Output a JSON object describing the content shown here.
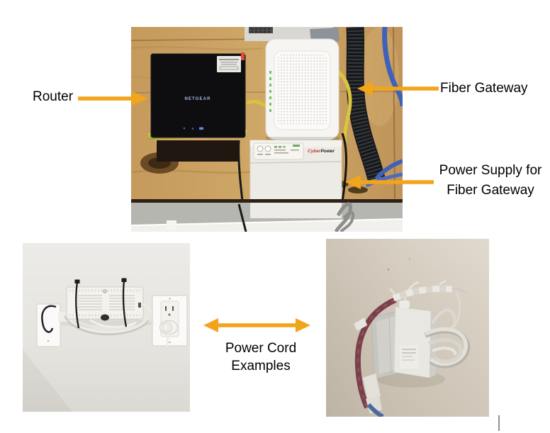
{
  "accent_color": "#F2A41B",
  "text_color": "#000000",
  "annotations": {
    "router": {
      "label": "Router"
    },
    "fiber_gateway": {
      "label": "Fiber Gateway"
    },
    "power_supply": {
      "line1": "Power Supply for",
      "line2": "Fiber Gateway"
    },
    "power_cord": {
      "line1": "Power Cord",
      "line2": "Examples"
    }
  },
  "photos": {
    "equipment_board": {
      "router_brand": "NETGEAR",
      "ups_brand_cyber": "Cyber",
      "ups_brand_power": "Power"
    }
  }
}
